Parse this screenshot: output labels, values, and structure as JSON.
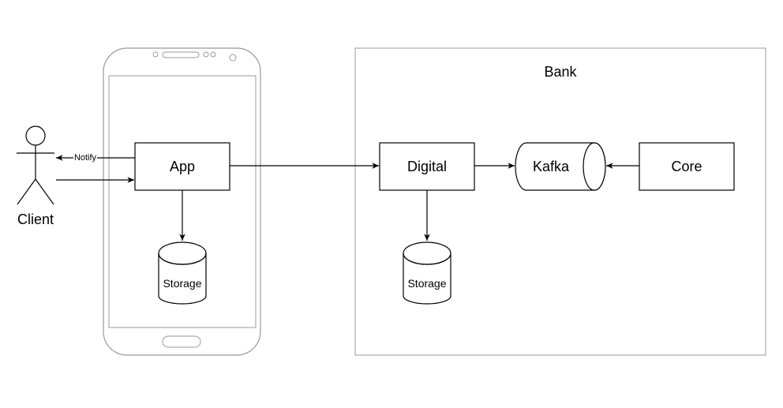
{
  "diagram": {
    "client_label": "Client",
    "notify_label": "Notify",
    "app_label": "App",
    "app_storage_label": "Storage",
    "bank_label": "Bank",
    "digital_label": "Digital",
    "digital_storage_label": "Storage",
    "kafka_label": "Kafka",
    "core_label": "Core"
  },
  "colors": {
    "stroke": "#000000",
    "phone_stroke": "#999999",
    "bank_stroke": "#999999",
    "background": "#ffffff"
  }
}
